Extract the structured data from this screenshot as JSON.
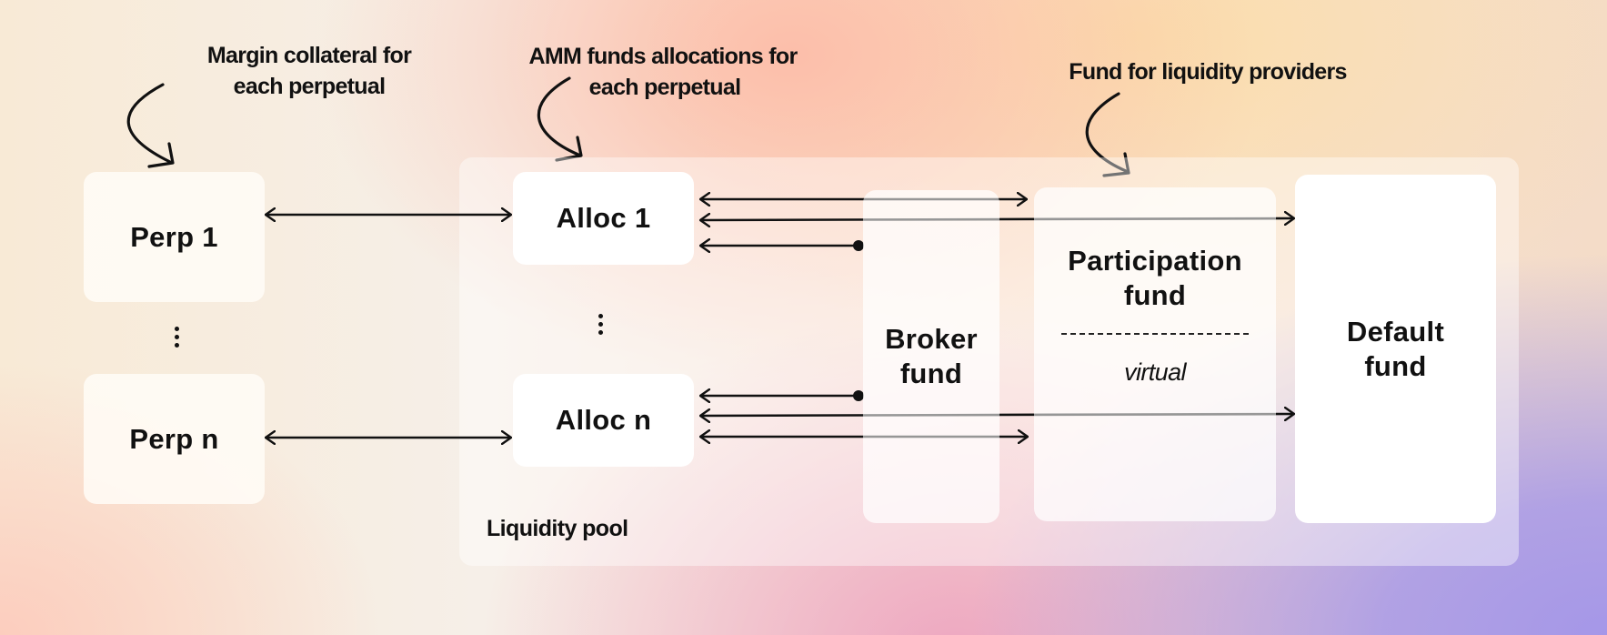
{
  "annotations": {
    "margin": [
      "Margin collateral for",
      "each perpetual"
    ],
    "amm": [
      "AMM funds allocations for",
      "each perpetual"
    ],
    "lp_fund": "Fund for liquidity providers"
  },
  "perps": {
    "first": "Perp 1",
    "last": "Perp n",
    "ellipsis_icon": "vertical-ellipsis"
  },
  "allocs": {
    "first": "Alloc 1",
    "last": "Alloc n",
    "ellipsis_icon": "vertical-ellipsis"
  },
  "liquidity_pool": {
    "label": "Liquidity pool",
    "broker_fund": [
      "Broker",
      "fund"
    ],
    "participation_fund": {
      "title": [
        "Participation",
        "fund"
      ],
      "note": "virtual"
    },
    "default_fund": [
      "Default",
      "fund"
    ]
  },
  "connections": [
    {
      "from": "Perp 1",
      "to": "Alloc 1",
      "type": "bidirectional"
    },
    {
      "from": "Perp n",
      "to": "Alloc n",
      "type": "bidirectional"
    },
    {
      "from": "Alloc 1",
      "to": "Participation fund",
      "type": "bidirectional"
    },
    {
      "from": "Alloc 1",
      "to": "Default fund",
      "type": "bidirectional"
    },
    {
      "from": "Broker fund",
      "to": "Alloc 1",
      "type": "dot-to-arrow"
    },
    {
      "from": "Broker fund",
      "to": "Alloc n",
      "type": "dot-to-arrow"
    },
    {
      "from": "Alloc n",
      "to": "Default fund",
      "type": "bidirectional"
    },
    {
      "from": "Alloc n",
      "to": "Participation fund",
      "type": "bidirectional"
    }
  ],
  "colors": {
    "ink": "#111111",
    "box_white": "#ffffff",
    "bg_purple": "#a597e8",
    "bg_peach": "#fcbeaa",
    "bg_sand": "#fbdeaa"
  }
}
